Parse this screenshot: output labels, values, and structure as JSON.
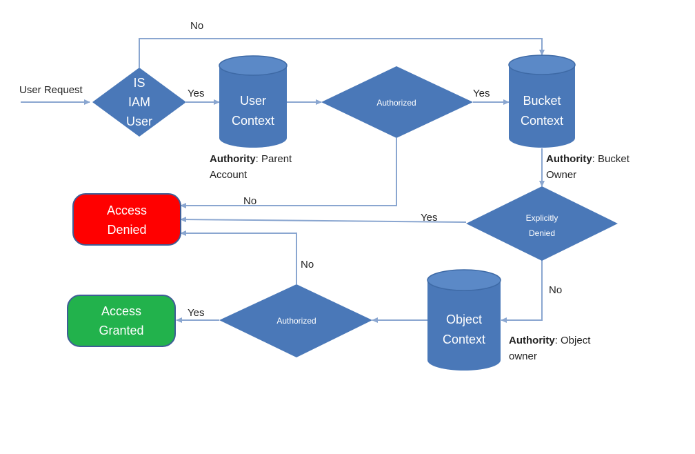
{
  "labels": {
    "user_request": "User Request",
    "no_top": "No",
    "yes_iam": "Yes",
    "yes_auth1": "Yes",
    "no_auth1": "No",
    "yes_denied": "Yes",
    "no_denied": "No",
    "no_auth2": "No",
    "yes_auth2": "Yes"
  },
  "nodes": {
    "iam_user": [
      "IS",
      "IAM",
      "User"
    ],
    "user_context": [
      "User",
      "Context"
    ],
    "authorized_1": "Authorized",
    "bucket_context": [
      "Bucket",
      "Context"
    ],
    "explicitly_denied": [
      "Explicitly",
      "Denied"
    ],
    "object_context": [
      "Object",
      "Context"
    ],
    "authorized_2": "Authorized",
    "access_denied": [
      "Access",
      "Denied"
    ],
    "access_granted": [
      "Access",
      "Granted"
    ]
  },
  "authority": {
    "user_context": {
      "key": "Authority",
      "value": ": Parent",
      "line2": "Account"
    },
    "bucket_context": {
      "key": "Authority",
      "value": ": Bucket",
      "line2": "Owner"
    },
    "object_context": {
      "key": "Authority",
      "value": ": Object",
      "line2": "owner"
    }
  },
  "colors": {
    "shape_blue": "#4a78b8",
    "connector": "#8aa6d0",
    "denied_red": "#ff0000",
    "granted_green": "#22b24c"
  }
}
